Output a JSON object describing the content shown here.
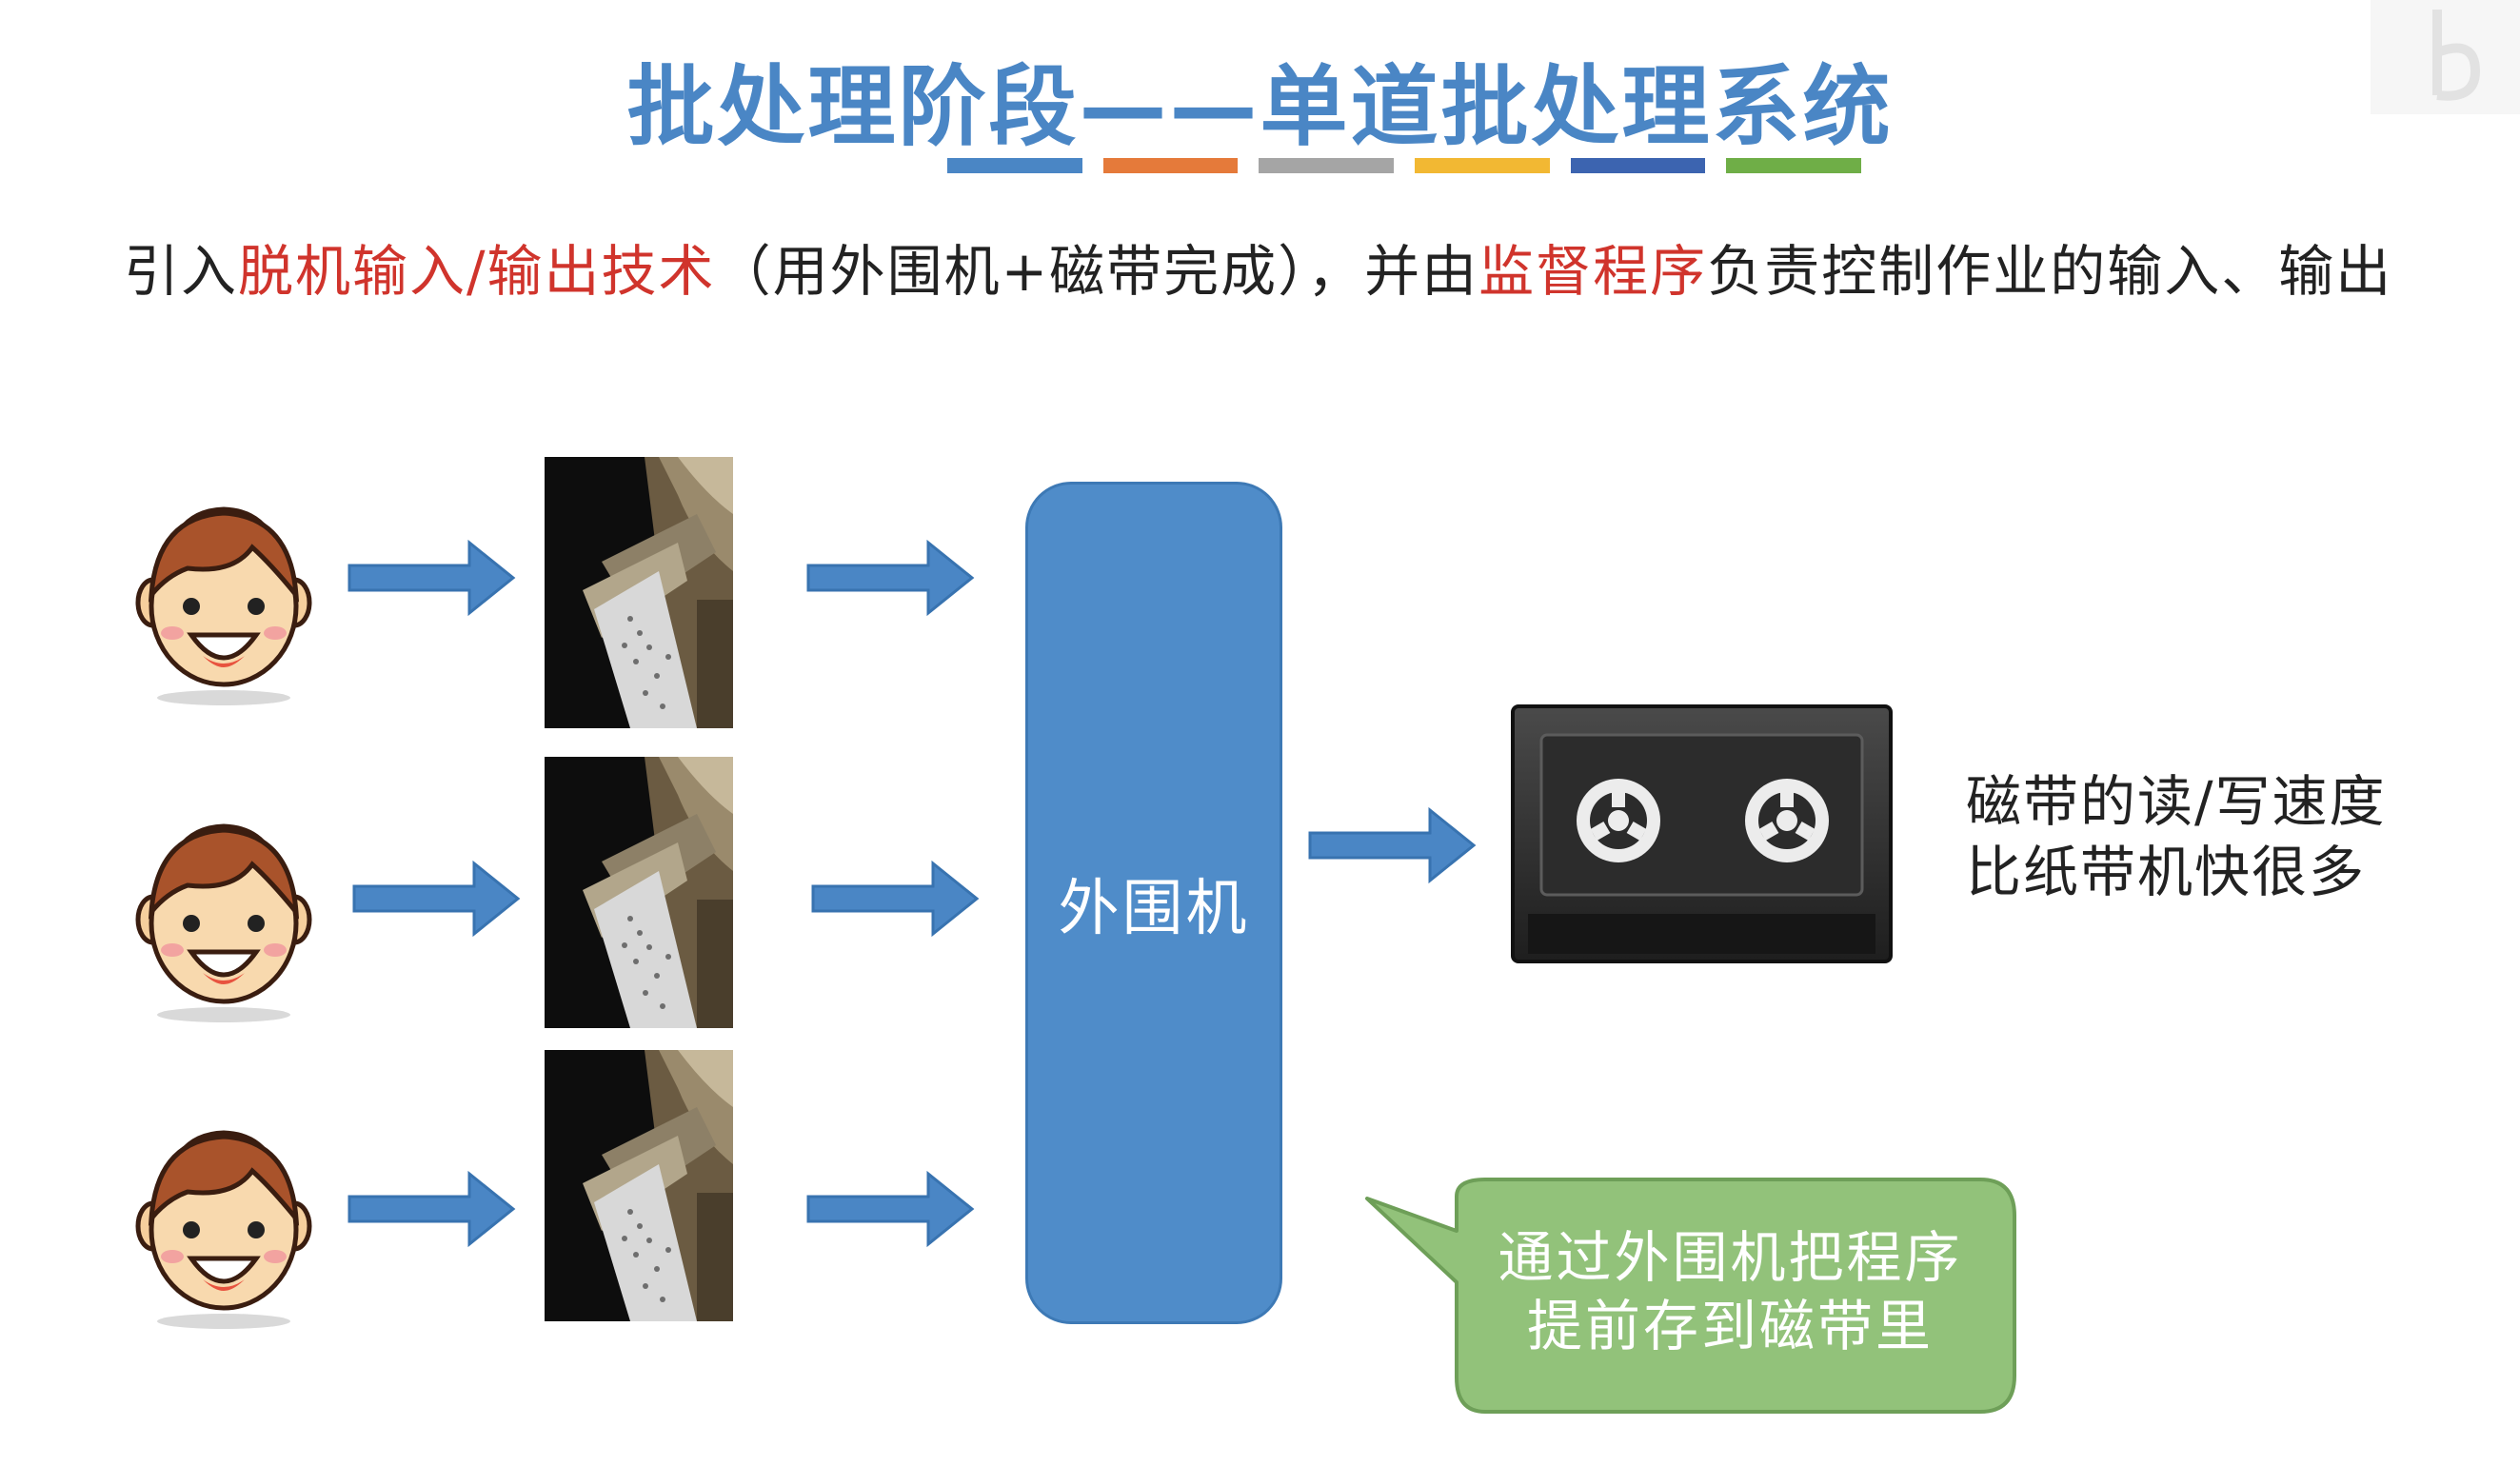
{
  "title": "批处理阶段——单道批处理系统",
  "title_bar_colors": [
    "#4a86c5",
    "#e57a3a",
    "#a5a5a5",
    "#f2b833",
    "#3c64b0",
    "#6fae47"
  ],
  "intro": {
    "part1": "引入",
    "highlight1": "脱机输入/输出技术",
    "part2": "（用外围机+磁带完成），并由",
    "highlight2": "监督程序",
    "part3": "负责控制作业的输入、输出"
  },
  "peripheral_label": "外围机",
  "tape_note": {
    "line1": "磁带的读/写速度",
    "line2": "比纸带机快很多"
  },
  "callout": {
    "line1": "通过外围机把程序",
    "line2": "提前存到磁带里"
  },
  "colors": {
    "accent_blue": "#4f8cc9",
    "arrow_blue": "#4a86c5",
    "highlight_red": "#d0342c",
    "callout_green": "#92c27a"
  },
  "icons": {
    "user": "user-face-icon",
    "paper_tape": "paper-tape-reader-photo",
    "tape": "magnetic-tape-icon",
    "arrow": "arrow-right-icon"
  }
}
